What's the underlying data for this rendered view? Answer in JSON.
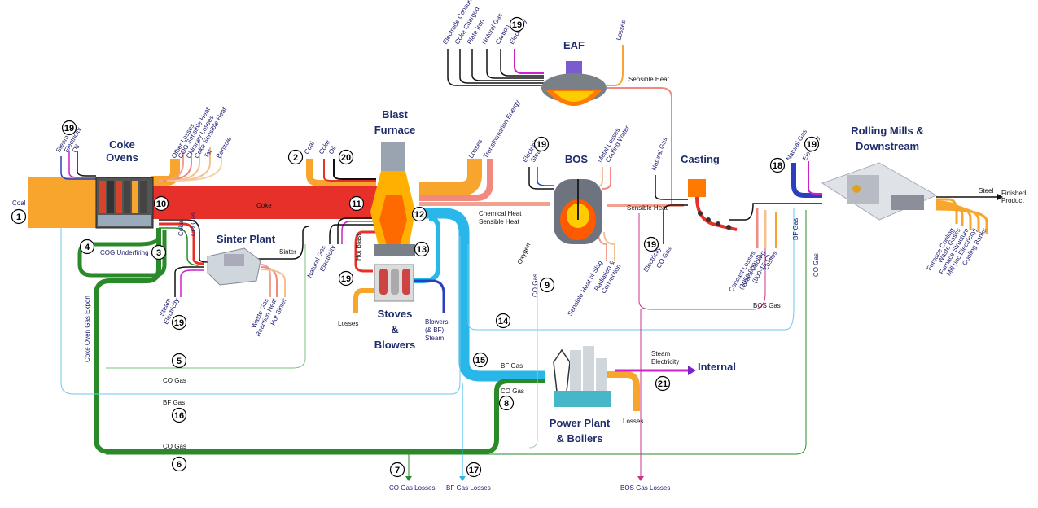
{
  "colors": {
    "coal": "#f7a52c",
    "coke": "#e8302a",
    "coke_oven_gas": "#2a8a2a",
    "bf_gas": "#29b6e8",
    "bos_gas": "#c8368a",
    "steam": "#2a3fbf",
    "electricity": "#cc22cc",
    "oil": "#111111",
    "losses": "#f5a623",
    "sensible_heat": "#f08a80"
  },
  "units": {
    "coke_ovens": "Coke\nOvens",
    "blast_furnace": "Blast\nFurnace",
    "sinter_plant": "Sinter Plant",
    "stoves": "Stoves\n&\nBlowers",
    "eaf": "EAF",
    "bos": "BOS",
    "casting": "Casting",
    "rolling": "Rolling Mills &\nDownstream",
    "power_plant": "Power Plant\n& Boilers",
    "internal": "Internal"
  },
  "labels": {
    "coal": "Coal",
    "coke_flow": "Coke",
    "cog_underfiring": "COG Underfiring",
    "coke_oven_gas_export": "Coke Oven Gas Export",
    "co_gas": "CO Gas",
    "bf_gas": "BF Gas",
    "bos_gas": "BOS Gas",
    "sinter": "Sinter",
    "hot_blast": "Hot Blast",
    "losses": "Losses",
    "chemical_heat": "Chemical Heat",
    "sensible_heat": "Sensible Heat",
    "oxygen": "Oxygen",
    "steel": "Steel",
    "finished_product": "Finished\nProduct",
    "steam_electricity": "Steam\nElectricity",
    "blowers": "Blowers\n(& BF)\nSteam",
    "co_gas_losses": "CO Gas Losses",
    "bf_gas_losses": "BF Gas Losses",
    "bos_gas_losses": "BOS Gas  Losses",
    "coke_oven_inputs": [
      "Steam",
      "Electricity",
      "Oil"
    ],
    "coke_oven_outputs": [
      "Other Losses",
      "COG Sensible Heat",
      "Chimney Losses",
      "Coke Sensible Heat",
      "Tar",
      "Benzole"
    ],
    "bf_inputs": [
      "Coal",
      "Coke",
      "Oil"
    ],
    "bf_outputs": [
      "Losses",
      "Transformation Energy"
    ],
    "sinter_inputs": [
      "Coke",
      "CO Gas"
    ],
    "sinter_bottom_inputs": [
      "Steam",
      "Electricity"
    ],
    "sinter_outputs": [
      "Waste Gas",
      "Reaction Heat",
      "Hot Sinter"
    ],
    "bf_side_inputs": [
      "Natural Gas",
      "Electricity"
    ],
    "eaf_inputs": [
      "Electrode Consumption",
      "Coke Charged",
      "Plate Iron",
      "Natural Gas",
      "Carbon",
      "Electricity"
    ],
    "eaf_outputs": [
      "Losses"
    ],
    "bos_inputs": [
      "Electricity",
      "Steam"
    ],
    "bos_outputs": [
      "Metal Losses",
      "Cooling Water"
    ],
    "bos_bottom": [
      "Sensible Heat of Slag",
      "Radiation &\nConvection"
    ],
    "casting_inputs": [
      "Natural Gas"
    ],
    "casting_bottom_inputs": [
      "Electricity",
      "CO Gas"
    ],
    "casting_outputs": [
      "Concast Losses\n(1050-900°C)",
      "Stock Cooling\n(900-15°C)",
      "Losses"
    ],
    "rolling_inputs": [
      "Natural Gas",
      "Electricity"
    ],
    "rolling_outputs": [
      "Furnace Cooling",
      "Waste Gases",
      "Furnace Structure",
      "Mill (inc Electricity)",
      "Cooling Banks"
    ],
    "bf_gas_v": "BF Gas",
    "co_gas_v": "CO Gas",
    "co_gas_v2": "CO Gas"
  },
  "numbers": [
    "1",
    "2",
    "3",
    "4",
    "5",
    "6",
    "7",
    "8",
    "9",
    "10",
    "11",
    "12",
    "13",
    "14",
    "15",
    "16",
    "17",
    "18",
    "19",
    "20",
    "21"
  ],
  "nineteen": "19"
}
